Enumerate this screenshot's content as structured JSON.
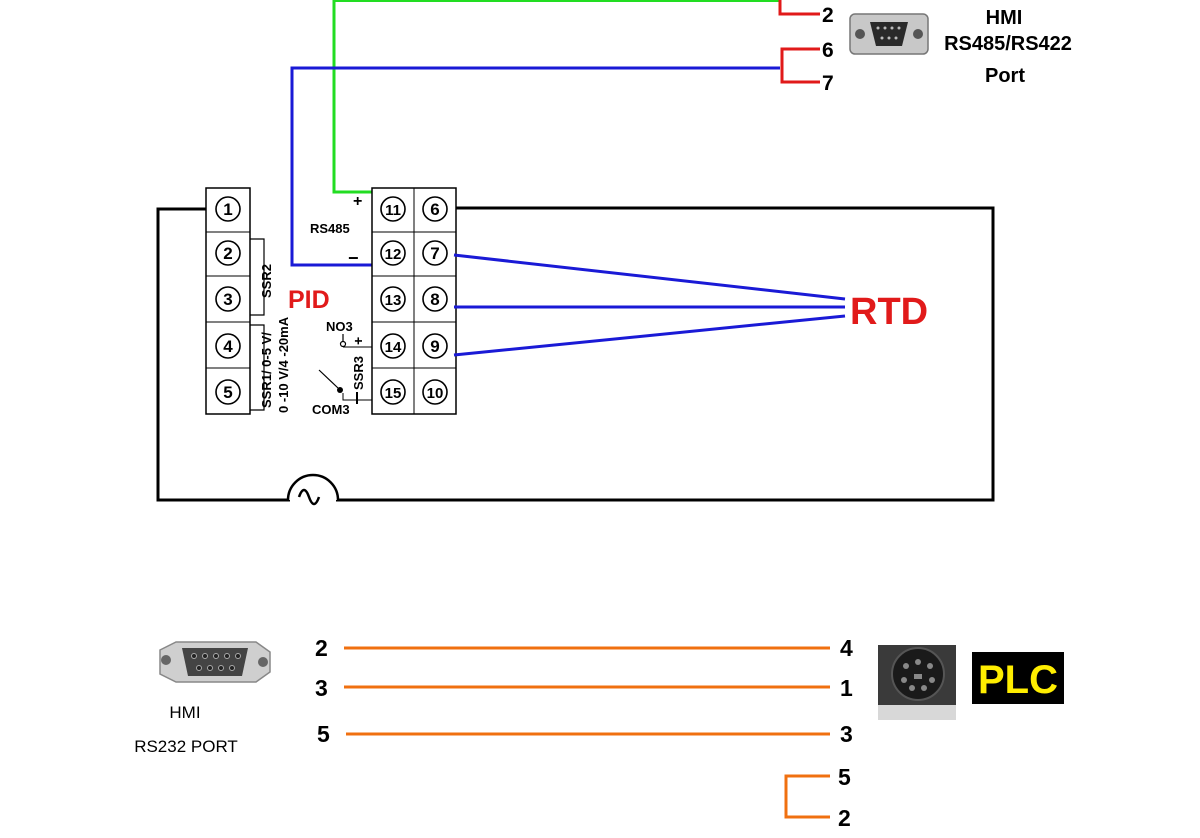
{
  "top": {
    "hmi_label_line1": "HMI",
    "hmi_label_line2": "RS485/RS422",
    "hmi_label_line3": "Port",
    "pin_2": "2",
    "pin_6": "6",
    "pin_7": "7"
  },
  "pid": {
    "label": "PID",
    "rtd_label": "RTD",
    "rs485_label": "RS485",
    "plus": "+",
    "minus": "−",
    "ssr2": "SSR2",
    "ssr1_line1": "SSR1/ 0-5 V/",
    "ssr1_line2": "0 -10 V/4 -20mA",
    "ssr3": "SSR3",
    "no3": "NO3",
    "com3": "COM3",
    "left_terminals": [
      "1",
      "2",
      "3",
      "4",
      "5"
    ],
    "mid_terminals": [
      "11",
      "12",
      "13",
      "14",
      "15"
    ],
    "right_terminals": [
      "6",
      "7",
      "8",
      "9",
      "10"
    ]
  },
  "bottom": {
    "hmi_label_line1": "HMI",
    "hmi_label_line2": "RS232 PORT",
    "plc_label": "PLC",
    "left_pins": [
      "2",
      "3",
      "5"
    ],
    "right_pins": [
      "4",
      "1",
      "3"
    ],
    "loop_pins": [
      "5",
      "2"
    ]
  },
  "colors": {
    "green_wire": "#22dd22",
    "blue_wire": "#1a1ad6",
    "red_wire": "#e11a1a",
    "orange_wire": "#f07010",
    "black_wire": "#000000",
    "plc_bg": "#000000",
    "plc_text": "#ffee00"
  }
}
